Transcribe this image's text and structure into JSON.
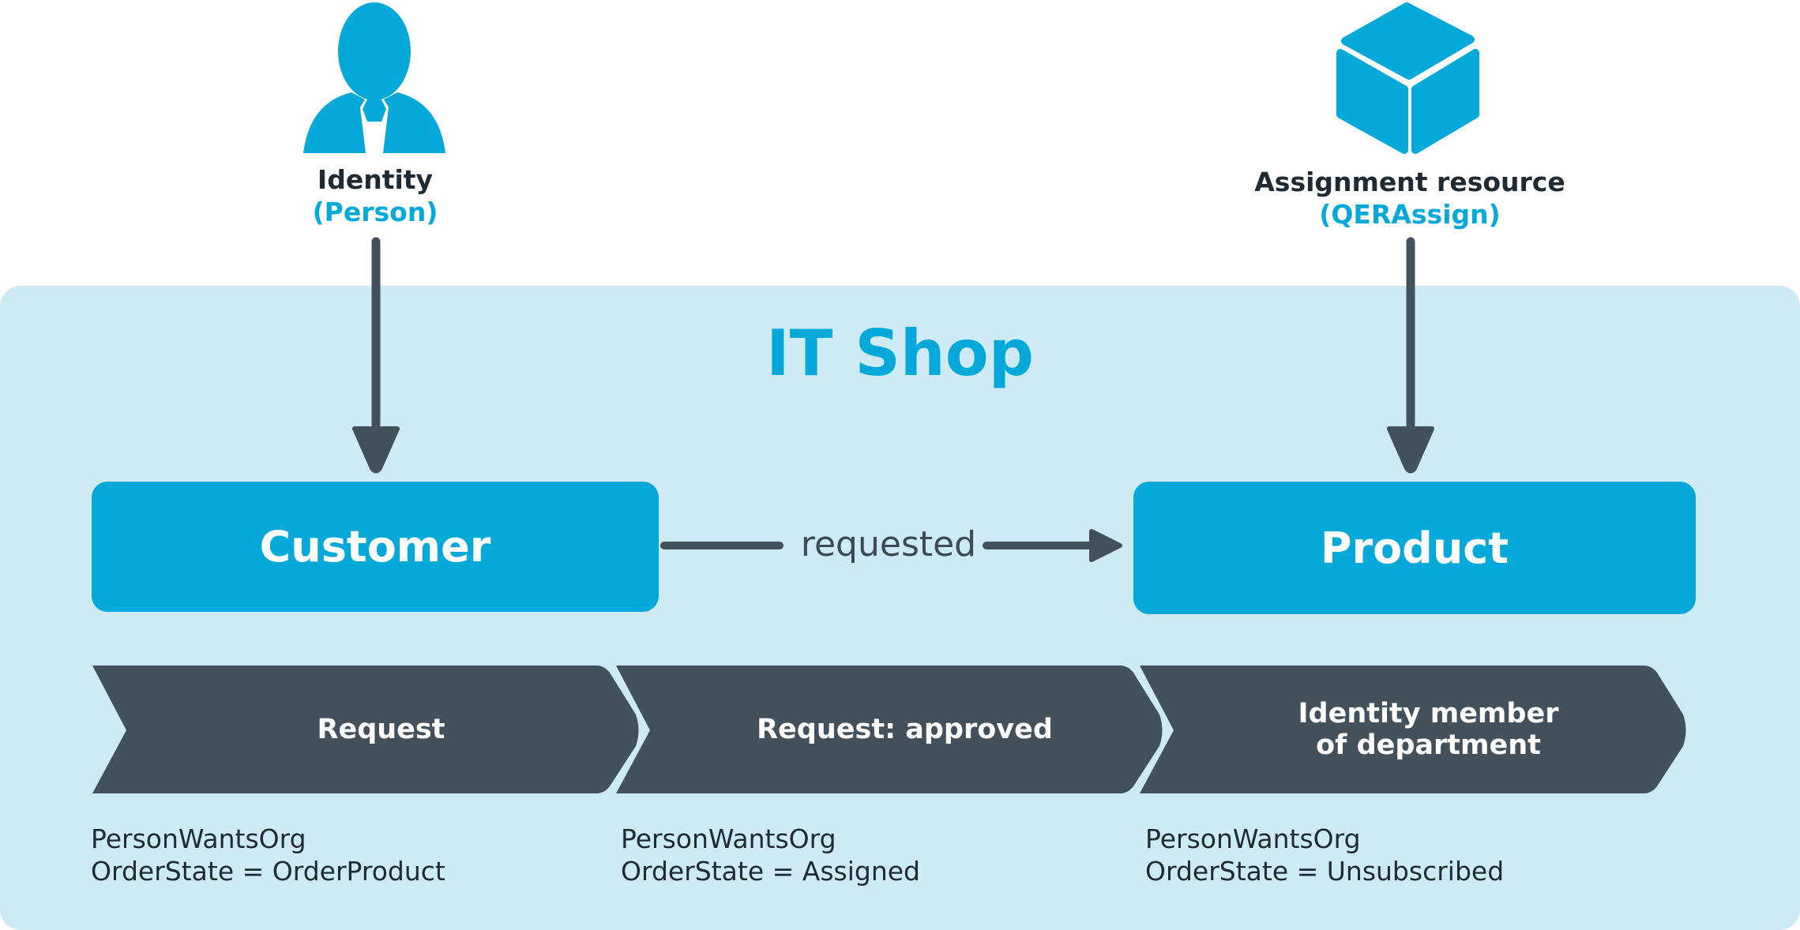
{
  "identity": {
    "label": "Identity",
    "sublabel": "(Person)",
    "icon": "person-icon"
  },
  "resource": {
    "label": "Assignment resource",
    "sublabel": "(QERAssign)",
    "icon": "cube-icon"
  },
  "shop": {
    "title": "IT Shop"
  },
  "customer": {
    "label": "Customer"
  },
  "product": {
    "label": "Product"
  },
  "relation": {
    "label": "requested"
  },
  "steps": [
    {
      "label": "Request",
      "table": "PersonWantsOrg",
      "state": "OrderState = OrderProduct"
    },
    {
      "label": "Request: approved",
      "table": "PersonWantsOrg",
      "state": "OrderState = Assigned"
    },
    {
      "label": "Identity member\nof department",
      "label_line1": "Identity member",
      "label_line2": "of department",
      "table": "PersonWantsOrg",
      "state": "OrderState = Unsubscribed"
    }
  ],
  "colors": {
    "accent": "#04a9da",
    "panel": "#cdeaf5",
    "dark": "#42515c",
    "text": "#1f2a33"
  }
}
